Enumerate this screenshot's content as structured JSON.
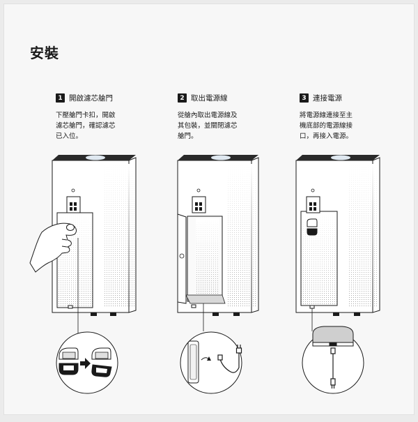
{
  "page": {
    "title": "安裝"
  },
  "steps": [
    {
      "number": "1",
      "title": "開啟濾芯艙門",
      "body": "下壓艙門卡扣，開啟\n濾芯艙門，確認濾芯\n已入位。"
    },
    {
      "number": "2",
      "title": "取出電源線",
      "body": "從艙內取出電源線及\n其包裝，並關閉濾芯\n艙門。"
    },
    {
      "number": "3",
      "title": "連接電源",
      "body": "將電源線連接至主\n機底部的電源線接\n口，再接入電源。"
    }
  ],
  "icons": {
    "step1": [
      "hand-pressing-latch-icon",
      "latch-closed-icon",
      "arrow-right-icon",
      "latch-open-icon"
    ],
    "step2": [
      "power-cord-package-icon",
      "power-cord-icon"
    ],
    "step3": [
      "power-port-icon",
      "power-cable-icon"
    ]
  },
  "colors": {
    "ink": "#1a1a1a",
    "paper": "#f7f7f7",
    "device": "#ffffff",
    "mesh": "#9a9a9a"
  }
}
